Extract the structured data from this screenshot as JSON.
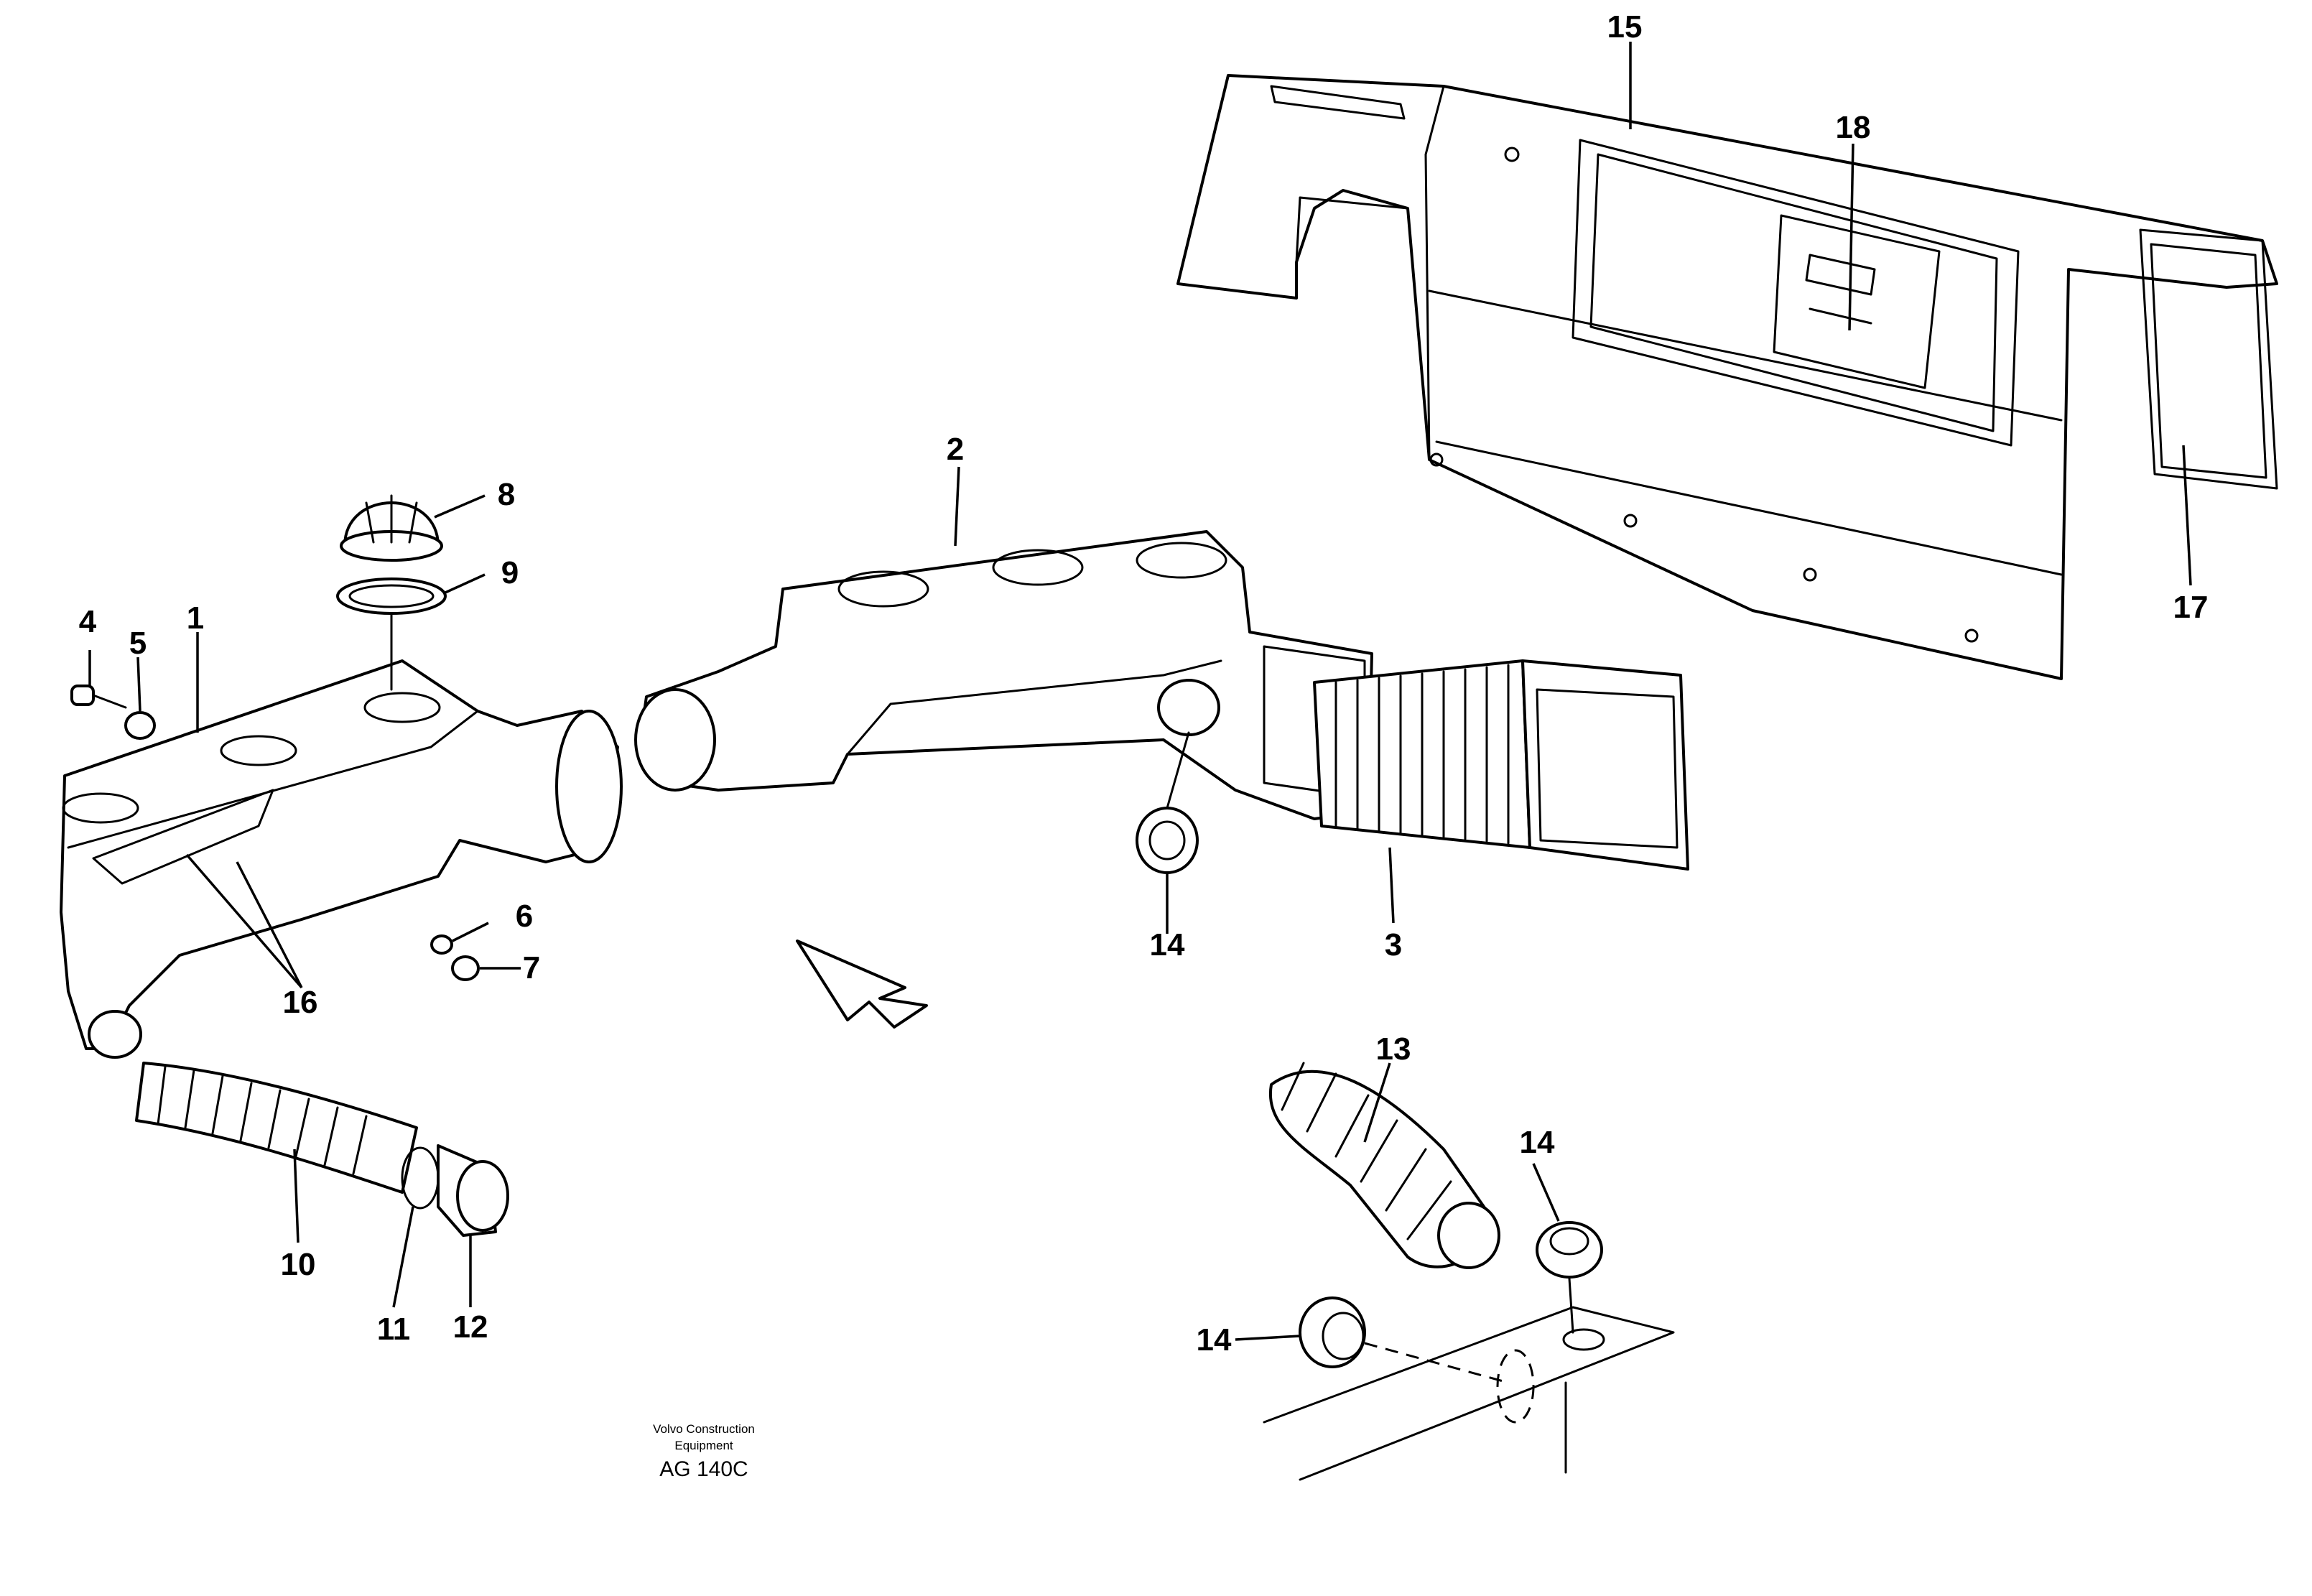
{
  "callouts": {
    "c1": "1",
    "c2": "2",
    "c3": "3",
    "c4": "4",
    "c5": "5",
    "c6": "6",
    "c7": "7",
    "c8": "8",
    "c9": "9",
    "c10": "10",
    "c11": "11",
    "c12": "12",
    "c13": "13",
    "c14a": "14",
    "c14b": "14",
    "c14c": "14",
    "c15": "15",
    "c16": "16",
    "c17": "17",
    "c18": "18"
  },
  "credit": {
    "line1": "Volvo Construction",
    "line2": "Equipment",
    "code": "AG 140C"
  }
}
